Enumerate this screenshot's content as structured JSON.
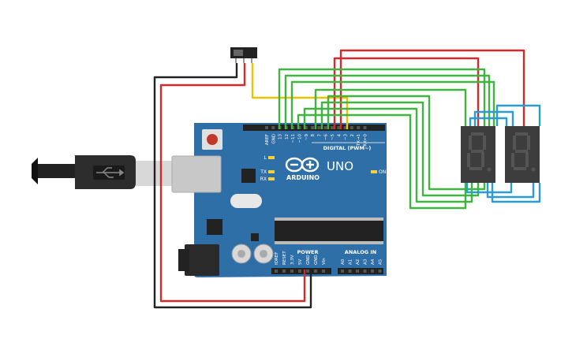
{
  "board": {
    "name": "UNO",
    "brand": "ARDUINO",
    "digital_header": "DIGITAL (PWM~)",
    "power_header": "POWER",
    "analog_header": "ANALOG IN",
    "on_label": "ON",
    "led_labels": [
      "L",
      "TX",
      "RX"
    ],
    "top_pins": [
      "AREF",
      "GND",
      "13",
      "12",
      "~11",
      "~10",
      "~9",
      "8",
      "7",
      "~6",
      "~5",
      "4",
      "~3",
      "2",
      "TX→1",
      "RX←0"
    ],
    "power_pins": [
      "IOREF",
      "RESET",
      "3.3V",
      "5V",
      "GND",
      "GND",
      "Vin"
    ],
    "analog_pins": [
      "A0",
      "A1",
      "A2",
      "A3",
      "A4",
      "A5"
    ]
  },
  "colors": {
    "board": "#2f6fa8",
    "wire_red": "#d62a2a",
    "wire_black": "#222222",
    "wire_yellow": "#e6c400",
    "wire_green": "#3fb53f",
    "wire_blue": "#2b9bd4",
    "display_body": "#3d3d3d",
    "segment": "#555555"
  },
  "components": {
    "switch": "slide-switch",
    "displays": [
      "seven-segment-display",
      "seven-segment-display"
    ],
    "cable": "usb-cable"
  }
}
